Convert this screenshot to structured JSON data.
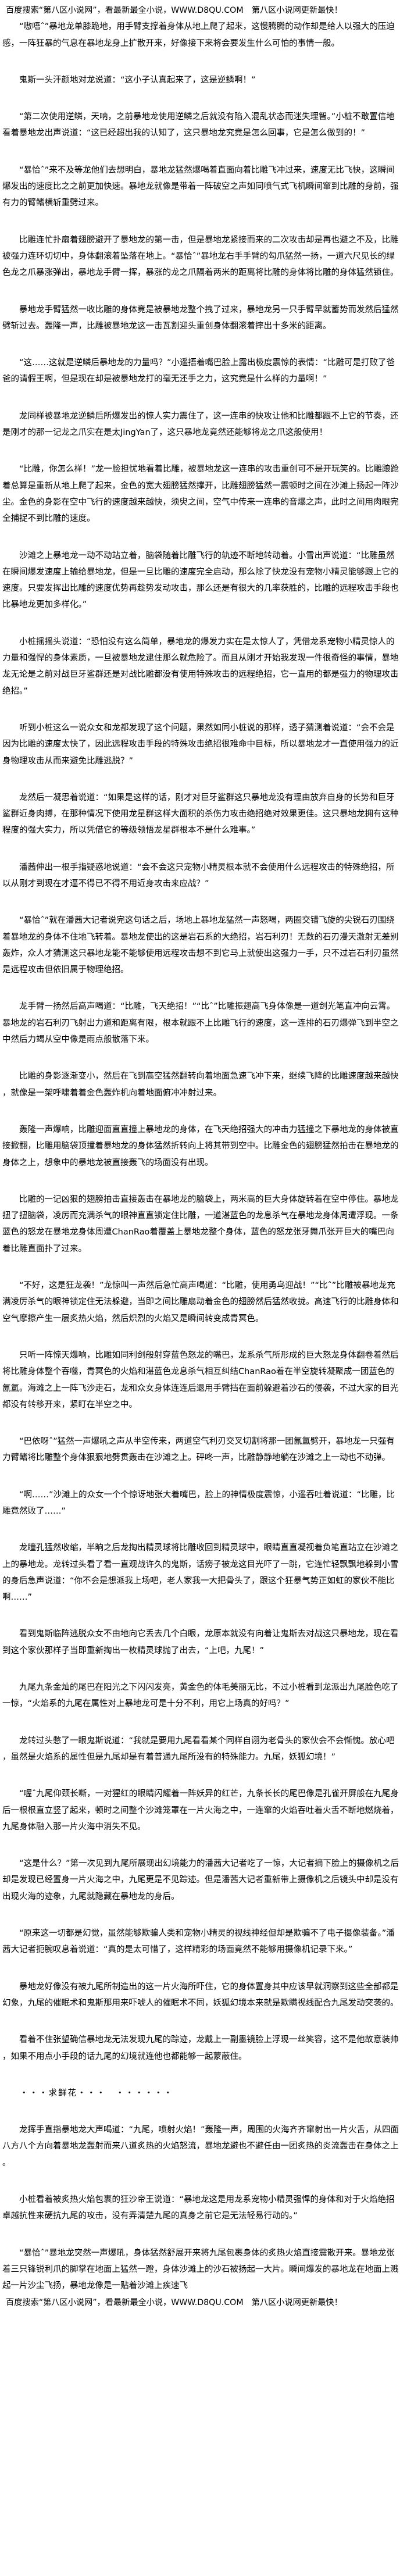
{
  "banner": "百度搜索“第八区小说网”，看最新最全小说，WWW.D8QU.COM　第八区小说网更新最快！",
  "paragraphs_a": [
    "“嗷唔ˆ”暴地龙单膝跪地，用手臂支撑着身体从地上爬了起来，这慢腾腾的动作却是给人以强大的压迫感，一阵狂暴的气息在暴地龙身上扩散开来，好像接下来将会要发生什么可怕的事情一般。",
    "鬼斯一头汗颜地对龙说道：“这小子认真起来了，这是逆鳞啊！”",
    "“第二次使用逆鳞，天呐，之前暴地龙使用逆鳞之后就没有陷入混乱状态而迷失理智。”小桩不敢置信地看着暴地龙出声说道：“这已经超出我的认知了，这只暴地龙究竟是怎么回事，它是怎么做到的！”",
    "“暴恰ˆ”来不及等龙他们去想明白，暴地龙猛然爆喝着直面向着比雕飞冲过来，速度无比飞快，这瞬间爆发出的速度比之之前更加快速。暴地龙就像是带着一阵破空之声如同喷气式飞机瞬间窜到比雕的身前，强有力的臂鳍横斩重劈过来。",
    "比雕连忙扑扇着翅膀避开了暴地龙的第一击，但是暴地龙紧接而来的二次攻击却是再也避之不及，比雕被强力连环切切中，身体翻滚着坠落在地上。“暴恰ˆ”暴地龙右手手臂的勾爪猛然一扬，一道六尺见长的绿色龙之爪暴涨弹出，暴地龙手臂一挥，暴涨的龙之爪隔着两米的距离将比雕的身体将比雕的身体猛然锁住。",
    "暴地龙手臂猛然一收比雕的身体竟是被暴地龙整个拽了过来，暴地龙另一只手臂早就蓄势而发然后猛然劈斩过去。轰隆一声，比雕被暴地龙这一击瓦割迎头重创身体翻滚着摔出十多米的距离。",
    "“这……这就是逆鳞后暴地龙的力量吗？”小遥捂着嘴巴脸上露出极度震惊的表情：“比雕可是打败了爸爸的请假王啊，但是现在却是被暴地龙打的毫无还手之力，这究竟是什么样的力量啊！”",
    "龙同样被暴地龙逆鳞后所爆发出的惊人实力震住了，这一连串的快攻让他和比雕都跟不上它的节奏，还是刚才的那一记龙之爪实在是太JingYan了，这只暴地龙竟然还能够将龙之爪这般使用！",
    "“比雕，你怎么样！”龙一脸担忧地看着比雕，被暴地龙这一连串的攻击重创可不是开玩笑的。比雕踉跄着总算是重新从地上爬了起来，金色的宽大翅膀猛然撑开，比雕翅膀猛然一震顿时之间在沙滩上扬起一阵沙尘。金色的身影在空中飞行的速度越来越快，须臾之间，空气中传来一连串的音爆之声，此时之间用肉眼完全捕捉不到比雕的速度。",
    "沙滩之上暴地龙一动不动站立着，脑袋随着比雕飞行的轨迹不断地转动着。小雪出声说道：“比雕虽然在瞬间爆发速度上输给暴地龙，但是一旦比雕的速度完全启动，那么除了快龙没有宠物小精灵能够跟上它的速度。只要发挥出比雕的速度优势再趁势发动攻击，那么还是有很大的几率获胜的，比雕的远程攻击手段也比暴地龙更加多样化。”",
    "小桩摇摇头说道：“恐怕没有这么简单，暴地龙的爆发力实在是太惊人了，凭借龙系宠物小精灵惊人的力量和强悍的身体素质，一旦被暴地龙逮住那么就危险了。而且从刚才开始我发现一件很奇怪的事情，暴地龙无论是之前对战巨牙鲨群还是对战比雕都没有使用特殊攻击的远程绝招，它一直用的都是强力的物理攻击绝招。”",
    "听到小桩这么一说众女和龙都发现了这个问题，果然如同小桩说的那样，透子猜测着说道：“会不会是因为比雕的速度太快了，因此远程攻击手段的特殊攻击绝招很难命中目标，所以暴地龙才一直使用强力的近身物理攻击从而来避免比雕逃脱？”",
    "龙然后一凝思着说道：“如果是这样的话，刚才对巨牙鲨群这只暴地龙没有理由放弃自身的长势和巨牙鲨群近身肉搏，在那种情况下使用龙星群这样大面积的杀伤力攻击绝招绝对效果更佳。这只暴地龙拥有这种程度的强大实力，所以凭借它的等级领悟龙星群根本不是什么难事。”",
    "潘茜伸出一根手指疑惑地说道：“会不会这只宠物小精灵根本就不会使用什么远程攻击的特殊绝招，所以从刚才到现在才逼不得已不得不用近身攻击来应战？”",
    "“暴恰ˆ”就在潘茜大记者说完这句话之后，场地上暴地龙猛然一声怒喝，两圈交错飞旋的尖锐石刃围绕着暴地龙的身体不住地飞转着。暴地龙使出的这是岩石系的大绝招，岩石利刃！无数的石刃漫天激射无差别轰炸，众人才猜测这只暴地龙能不能够使用远程攻击想不到它马上就使出这强力一手，只不过岩石利刃虽然是远程攻击但依旧属于物理绝招。",
    "龙手臂一扬然后高声喝道：“比雕，飞天绝招！”“比ˆ”比雕振翅高飞身体像是一道剑光笔直冲向云霄。暴地龙的岩石利刃飞射出力道和距离有限，根本就跟不上比雕飞行的速度，这一连排的石刃爆弹飞到半空之中然后力竭从空中像是雨点般散落下来。",
    "比雕的身影逐渐变小，然后在飞到高空猛然翻转向着地面急速飞冲下来，继续飞降的比雕速度越来越快，就像是一架呼啸着着金色轰炸机向着地面俯冲冲射过来。",
    "轰隆一声爆响，比雕迎面直直撞上暴地龙的身体，在飞天绝招强大的冲击力猛撞之下暴地龙的身体被直接掀翻，比雕用脑袋顶撞着暴地龙的身体猛然折转向上将其带到空中。比雕金色的翅膀猛然拍击在暴地龙的身体之上，想象中的暴地龙被直接轰飞的场面没有出现。",
    "比雕的一记凶狠的翅膀拍击直接轰击在暴地龙的脑袋上，两米高的巨大身体旋转着在空中停住。暴地龙扭了扭脑袋，凌厉而充满杀气的眼神直直锁定住比雕，一道湛蓝色的龙息杀气在暴地龙身体周遭浮现。一条蓝色的怒龙在暴地龙身体周遭ChanRao着覆盖上暴地龙整个身体，蓝色的怒龙张牙舞爪张开巨大的嘴巴向着比雕直面扑了过来。",
    "“不好，这是狂龙袭！”龙惊叫一声然后急忙高声喝道：“比雕，使用勇鸟迎战！”“比ˆ”比雕被暴地龙充满凌厉杀气的眼神锁定住无法躲避，当即之间比雕扇动着金色的翅膀然后猛然收拢。高速飞行的比雕身体和空气摩擦产生一层炙热火焰，然后炽烈的火焰又是瞬间转变成青冥色。",
    "只听一阵惊天爆响，比雕如同利剑般射穿蓝色怒龙的嘴巴，龙系杀气所形成的巨大怒龙身体翻卷着然后将比雕身体整个吞噬，青冥色的火焰和湛蓝色龙息杀气相互纠结ChanRao着在半空旋转凝聚成一团蓝色的氤氲。海滩之上一阵飞沙走石，龙和众女身体连连后退用手臂挡在面前躲避着沙石的侵袭，不过大家的目光都没有转移开来，紧盯在半空之中。",
    "“巴依呀ˆ”猛然一声爆吼之声从半空传来，两道空气利刃交叉切割将那一团氤氲劈开，暴地龙一只强有力臂鳍将比雕整个身体狠狠地劈贯轰击在沙滩之上。砰咚一声，比雕静静地躺在沙滩之上一动也不动弹。",
    "“啊……”沙滩上的众女一个个惊讶地张大着嘴巴，脸上的神情极度震惊，小遥吞吐着说道：“比雕，比雕竟然败了……”",
    "龙瞳孔猛然收缩，半晌之后龙掏出精灵球将比雕收回到精灵球中，眼睛直直凝视着负笔直站立在沙滩之上的暴地龙。龙转过头看了看一直观战许久的鬼斯，话痨子被龙这目光吓了一跳，它连忙轻飘飘地躲到小雪的身后急声说道：“你不会是想派我上场吧，老人家我一大把骨头了，跟这个狂暴气势正如虹的家伙不能比啊……”",
    "看到鬼斯临阵逃脱众女不由地向它丢去几个白眼，龙原本就没有向着让鬼斯去对战这只暴地龙，现在看到这个家伙那样子当即重新掏出一枚精灵球抛了出去，“上吧，九尾！”",
    "九尾九条金灿的尾巴在阳光之下闪闪发亮，黄金色的体毛美丽无比，不过小桩看到龙派出九尾脸色吃了一惊，“火焰系的九尾在属性对上暴地龙可是十分不利，用它上场真的好吗？”",
    "龙转过头憋了一眼鬼斯说道：“我就是要用九尾看看某个同样自诩为老骨头的家伙会不会惭愧。放心吧，虽然是火焰系的属性但是九尾却是有着普通九尾所没有的特殊能力。九尾，妖狐幻境！”",
    "“喔ˆ九尾仰颈长嘶，一对猩红的眼睛闪耀着一阵妖异的红芒，九条长长的尾巴像是孔雀开屏般在九尾身后一根根直立竖了起来，顿时之间整个沙滩笼罩在一片火海之中，一连窜的火焰吞吐着火舌不断地燃烧着，九尾身体融入那一片火海中消失不见。",
    "“这是什么？”第一次见到九尾所展现出幻境能力的潘茜大记者吃了一惊，大记者摘下脸上的摄像机之后却是发现已经置身一片火海之中，九尾更是不见踪迹。但是潘茜大记者重新带上摄像机之后镜头中却是没有出现火海的迹象，九尾就隐藏在暴地龙的身后。",
    "“原来这一切都是幻觉，虽然能够欺骗人类和宠物小精灵的视线神经但却是欺骗不了电子摄像装备。”潘茜大记者扼腕叹息着说道：“真的是太可惜了，这样精彩的场面竟然不能够用摄像机记录下来。”",
    "暴地龙好像没有被九尾所制造出的这一片火海所吓住，它的身体置身其中应该早就洞察到这些全部都是幻象，九尾的催眠术和鬼斯那用来吓唬人的催眠术不同，妖狐幻境本来就是欺瞒视线配合九尾发动突袭的。",
    "看着不住张望确信暴地龙无法发现九尾的踪迹，龙戴上一副墨镜脸上浮现一丝笑容，这不是他故意装帅，如果不用点小手段的话九尾的幻境就连他也都能够一起蒙蔽住。"
  ],
  "separator": "・・・求鲜花・・・　・・・・・・",
  "paragraphs_b": [
    "龙挥手直指暴地龙大声喝道：“九尾，喷射火焰！”轰隆一声，周围的火海齐齐窜射出一片火舌，从四面八方八个方向着暴地龙轰射而来八道炙热的火焰怒流，暴地龙避也不避任由一团炙热的炎流轰击在身体之上。",
    "小桩看着被炙热火焰包裹的狂沙帝王说道：“暴地龙这是用龙系宠物小精灵强悍的身体和对于火焰绝招卓越抗性来硬抗九尾的攻击，没有弄清楚九尾的真身之前它是无法轻易行动的。”",
    "“暴恰ˆ”暴地龙突然一声爆吼，身体猛然舒展开来将九尾包裹身体的炙热火焰直接震散开来。暴地龙张着三只锋锐利爪的脚掌在地面上猛然一蹬，身体沙滩上的沙石被扬起一大片。瞬间爆发的暴地龙在地面上溅起一片沙尘飞扬，暴地龙像是一贴着沙滩上疾速飞"
  ]
}
